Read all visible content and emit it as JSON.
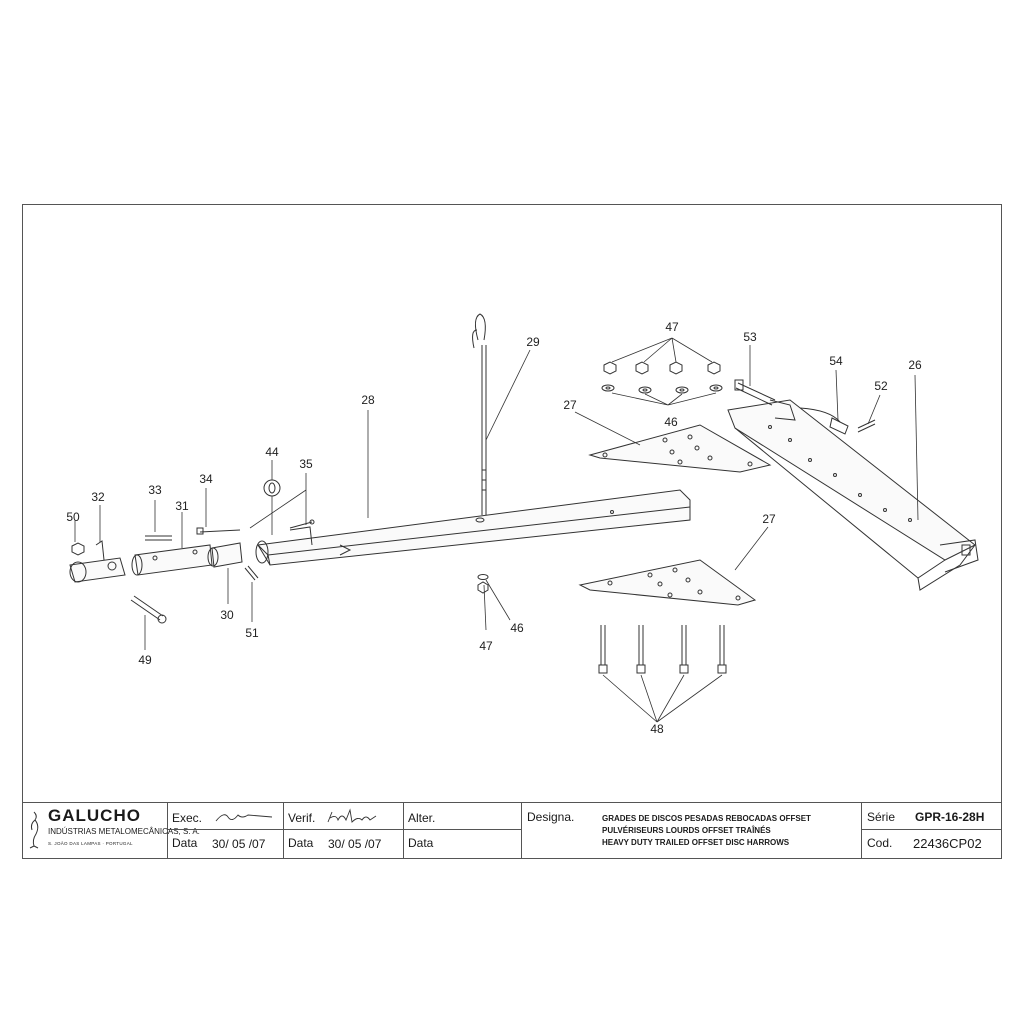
{
  "callouts": {
    "c28": "28",
    "c29": "29",
    "c47top": "47",
    "c53": "53",
    "c54": "54",
    "c26": "26",
    "c52": "52",
    "c27top": "27",
    "c46top": "46",
    "c44": "44",
    "c35": "35",
    "c34": "34",
    "c33": "33",
    "c32": "32",
    "c31": "31",
    "c50": "50",
    "c49": "49",
    "c30": "30",
    "c51": "51",
    "c47bot": "47",
    "c46bot": "46",
    "c27bot": "27",
    "c48": "48"
  },
  "title_block": {
    "brand": "GALUCHO",
    "company": "INDÚSTRIAS METALOMECÂNICAS, S. A.",
    "address": "S. JOÃO DAS LAMPAS  ·  PORTUGAL",
    "exec_label": "Exec.",
    "verif_label": "Verif.",
    "alter_label": "Alter.",
    "data_label": "Data",
    "exec_date": "30/ 05 /07",
    "verif_date": "30/ 05 /07",
    "designa_label": "Designa.",
    "designation_pt": "GRADES DE DISCOS PESADAS REBOCADAS OFFSET",
    "designation_fr": "PULVÉRISEURS LOURDS OFFSET TRAÎNÉS",
    "designation_en": "HEAVY DUTY TRAILED OFFSET DISC HARROWS",
    "serie_label": "Série",
    "serie_value": "GPR-16-28H",
    "cod_label": "Cod.",
    "cod_value": "22436CP02"
  },
  "colors": {
    "line": "#333333",
    "frame": "#555555"
  }
}
